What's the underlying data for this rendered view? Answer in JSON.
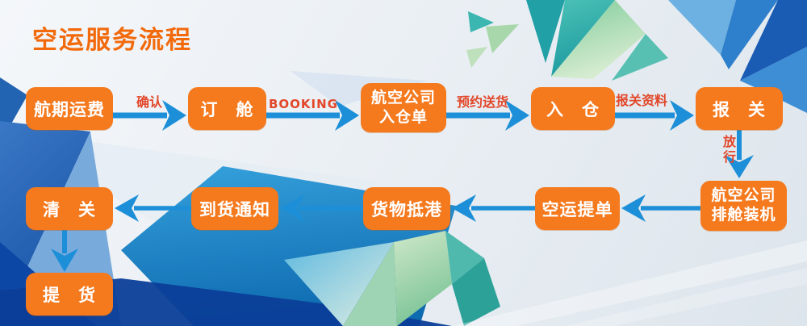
{
  "title": "空运服务流程",
  "colors": {
    "node_orange": "#f5791d",
    "title_orange": "#f26a0c",
    "arrow_blue": "#1d8fd8",
    "edge_label_red": "#e2472a",
    "background_light": "#e9eef3",
    "poly_teal": "#35b7ae",
    "poly_green": "#9ed49e",
    "poly_blue_dark": "#1a5cb4",
    "poly_blue": "#2f80cc"
  },
  "flow": {
    "nodes": [
      {
        "id": "schedule-freight",
        "label": "航期运费"
      },
      {
        "id": "booking",
        "label": "订　舱"
      },
      {
        "id": "airline-warehouse-receipt",
        "label": "航空公司\n入仓单"
      },
      {
        "id": "warehouse-in",
        "label": "入　仓"
      },
      {
        "id": "customs-declare",
        "label": "报　关"
      },
      {
        "id": "airline-loading",
        "label": "航空公司\n排舱装机"
      },
      {
        "id": "air-waybill",
        "label": "空运提单"
      },
      {
        "id": "cargo-arrival",
        "label": "货物抵港"
      },
      {
        "id": "arrival-notice",
        "label": "到货通知"
      },
      {
        "id": "customs-clearance",
        "label": "清　关"
      },
      {
        "id": "pickup",
        "label": "提　货"
      }
    ],
    "edges": [
      {
        "from": "schedule-freight",
        "to": "booking",
        "label": "确认"
      },
      {
        "from": "booking",
        "to": "airline-warehouse-receipt",
        "label": "BOOKING"
      },
      {
        "from": "airline-warehouse-receipt",
        "to": "warehouse-in",
        "label": "预约送货"
      },
      {
        "from": "warehouse-in",
        "to": "customs-declare",
        "label": "报关资料"
      },
      {
        "from": "customs-declare",
        "to": "airline-loading",
        "label": "放行"
      },
      {
        "from": "airline-loading",
        "to": "air-waybill",
        "label": ""
      },
      {
        "from": "air-waybill",
        "to": "cargo-arrival",
        "label": ""
      },
      {
        "from": "cargo-arrival",
        "to": "arrival-notice",
        "label": ""
      },
      {
        "from": "arrival-notice",
        "to": "customs-clearance",
        "label": ""
      },
      {
        "from": "customs-clearance",
        "to": "pickup",
        "label": ""
      }
    ]
  }
}
